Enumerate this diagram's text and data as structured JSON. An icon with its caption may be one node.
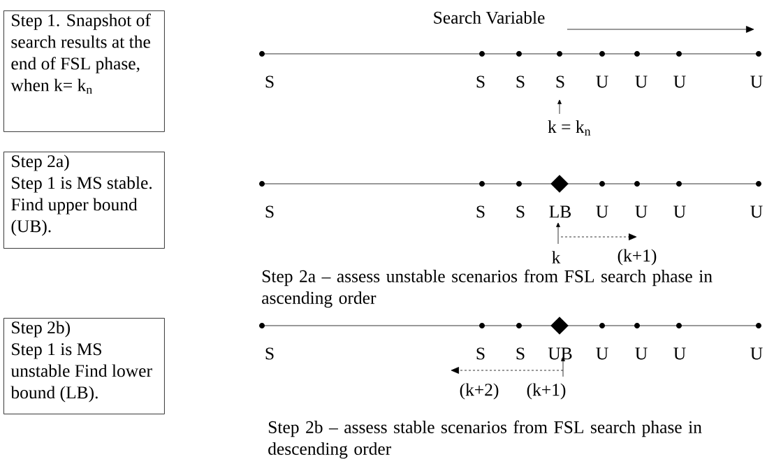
{
  "diagram": {
    "nodes": [
      {
        "text": [
          "Step 1. Snapshot of search results at the end of FSL phase, when k= k$_{n}$"
        ]
      },
      {
        "text": [
          "Step 2a)",
          "Step 1 is MS stable. Find upper bound (UB)."
        ]
      },
      {
        "text": [
          "Step 2b)",
          "Step 1 is MS unstable Find lower bound (LB)."
        ]
      }
    ],
    "labels": [
      "Search Variable",
      "S",
      "S",
      "S",
      "S",
      "U",
      "U",
      "U",
      "U",
      "k = k$_{n}$",
      "S",
      "S",
      "S",
      "LB",
      "U",
      "U",
      "U",
      "U",
      "k",
      "(k+1)",
      "Step 2a – assess unstable scenarios from FSL search phase in ascending order",
      "S",
      "S",
      "S",
      "UB",
      "U",
      "U",
      "U",
      "U",
      "(k+2)",
      "(k+1)",
      "Step 2b – assess stable scenarios from FSL search phase in descending order"
    ]
  }
}
